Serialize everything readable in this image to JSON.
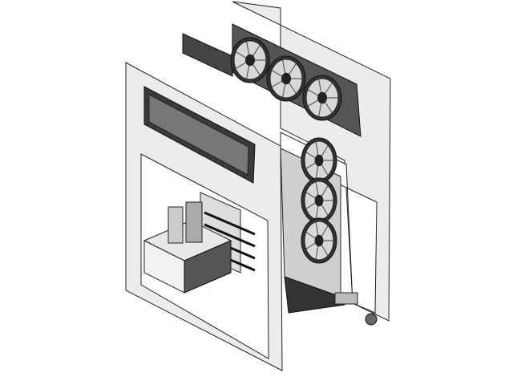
{
  "colors": {
    "background": "#ffffff",
    "panel": "#ececec",
    "outline": "#222222",
    "dark": "#2a2a2a",
    "fan_blade": "#d8d8d8"
  },
  "icons": [
    "case-panel",
    "fan",
    "radiator",
    "power-supply",
    "pump",
    "expansion-slot"
  ]
}
